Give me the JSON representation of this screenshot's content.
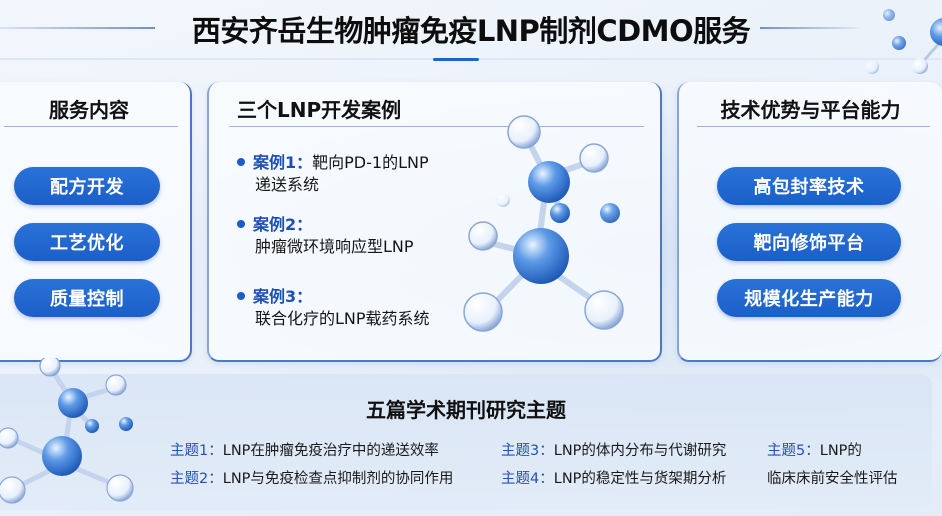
{
  "header": {
    "title": "西安齐岳生物肿瘤免疫LNP制剂CDMO服务"
  },
  "colors": {
    "accent": "#1f63d0",
    "pill_bg": "#1b5ec8",
    "label_blue": "#1c4fb8",
    "panel_border": "#4e78c4",
    "background": "#eaf1fa"
  },
  "services": {
    "title": "服务内容",
    "items": [
      {
        "label": "配方开发"
      },
      {
        "label": "工艺优化"
      },
      {
        "label": "质量控制"
      }
    ]
  },
  "cases": {
    "title": "三个LNP开发案例",
    "items": [
      {
        "label": "案例1：",
        "desc_line1": "靶向PD-1的LNP",
        "desc_line2": "递送系统"
      },
      {
        "label": "案例2：",
        "desc_line1": "",
        "desc_line2": "肿瘤微环境响应型LNP"
      },
      {
        "label": "案例3：",
        "desc_line1": "",
        "desc_line2": "联合化疗的LNP载药系统"
      }
    ],
    "illustration": "molecule-icon"
  },
  "advantages": {
    "title": "技术优势与平台能力",
    "items": [
      {
        "label": "高包封率技术"
      },
      {
        "label": "靶向修饰平台"
      },
      {
        "label": "规模化生产能力"
      }
    ]
  },
  "topics": {
    "title": "五篇学术期刊研究主题",
    "items": [
      {
        "label": "主题1：",
        "text": "LNP在肿瘤免疫治疗中的递送效率"
      },
      {
        "label": "主题2：",
        "text": "LNP与免疫检查点抑制剂的协同作用"
      },
      {
        "label": "主题3：",
        "text": "LNP的体内分布与代谢研究"
      },
      {
        "label": "主题4：",
        "text": "LNP的稳定性与货架期分析"
      },
      {
        "label": "主题5：",
        "text": "LNP的",
        "text_line2": "临床床前安全性评估"
      }
    ]
  }
}
